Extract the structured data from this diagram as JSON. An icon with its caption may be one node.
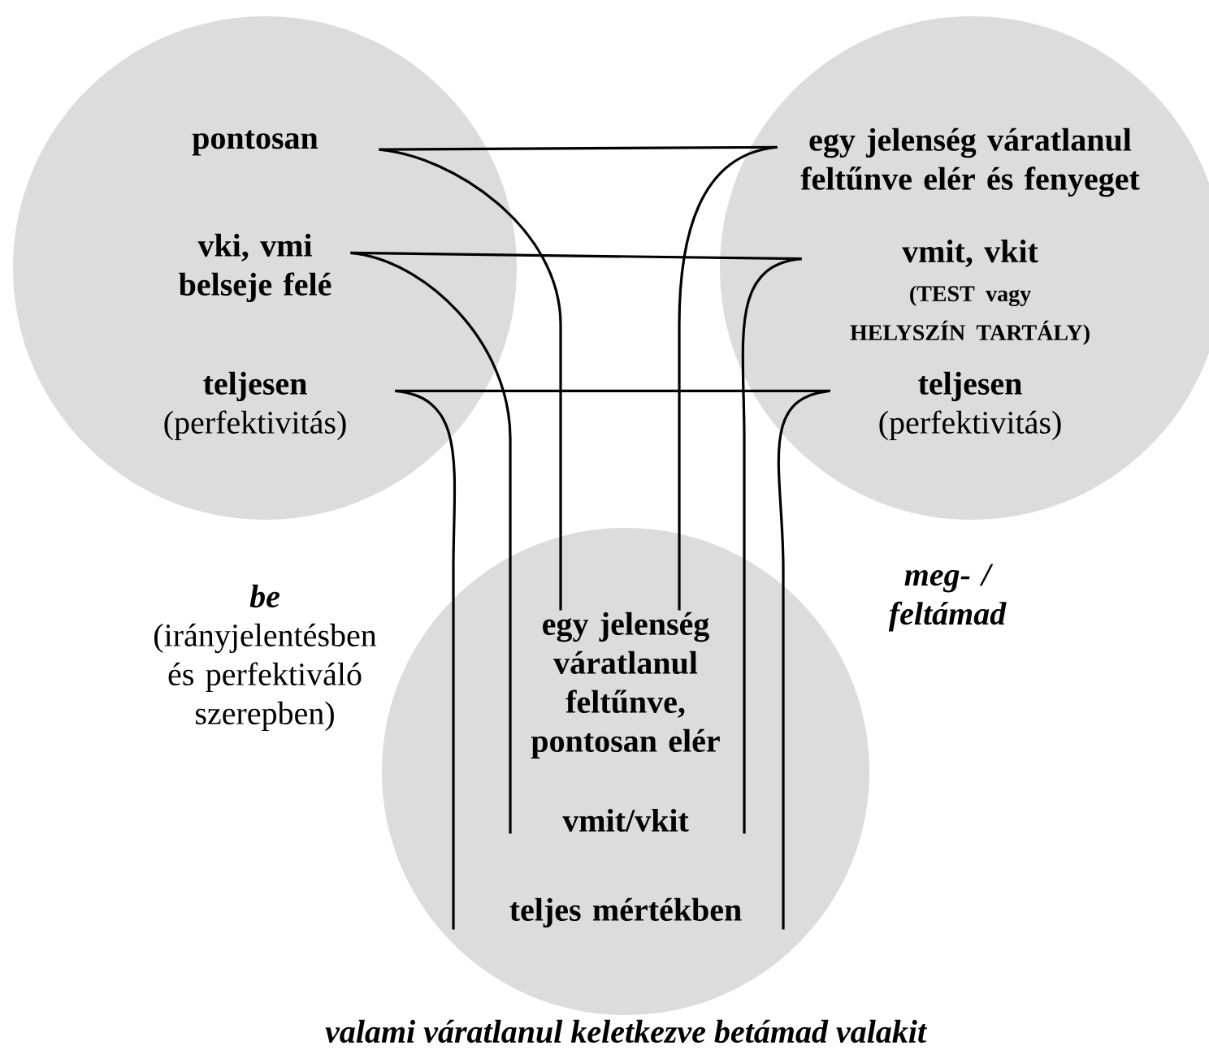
{
  "diagram": {
    "caption": "valami váratlanul keletkezve betámad valakit",
    "nodes": [
      {
        "text": [],
        "shape": "circle",
        "beside": [
          "be",
          "(irányjelentésben és perfektiváló szerepben)"
        ]
      },
      {
        "text": [
          "pontosan"
        ],
        "in": 0
      },
      {
        "text": [
          "vki, vmi belseje felé"
        ],
        "in": 0
      },
      {
        "text": [
          "teljesen",
          "(perfektivitás)"
        ],
        "in": 0
      },
      {
        "text": [],
        "shape": "circle",
        "beside": [
          "meg- / feltámad"
        ]
      },
      {
        "text": [
          "egy jelenség váratlanul feltűnve elér és fenyeget"
        ],
        "in": 4
      },
      {
        "text": [
          "vmit, vkit",
          "(TEST vagy HELYSZÍN TARTÁLY)"
        ],
        "in": 4
      },
      {
        "text": [
          "teljesen",
          "(perfektivitás)"
        ],
        "in": 4
      },
      {
        "text": [],
        "shape": "circle"
      },
      {
        "text": [
          "egy jelenség váratlanul feltűnve, pontosan elér"
        ],
        "in": 8
      },
      {
        "text": [
          "vmit/vkit"
        ],
        "in": 8
      },
      {
        "text": [
          "teljes mértékben"
        ],
        "in": 8
      }
    ],
    "edges": [
      {
        "from": 1,
        "to": 5,
        "arrow": "none"
      },
      {
        "from": 1,
        "to": 9,
        "arrow": "none"
      },
      {
        "from": 5,
        "to": 9,
        "arrow": "none"
      },
      {
        "from": 2,
        "to": 6,
        "arrow": "none"
      },
      {
        "from": 2,
        "to": 10,
        "arrow": "none"
      },
      {
        "from": 6,
        "to": 10,
        "arrow": "none"
      },
      {
        "from": 3,
        "to": 7,
        "arrow": "none"
      },
      {
        "from": 3,
        "to": 11,
        "arrow": "none"
      },
      {
        "from": 7,
        "to": 11,
        "arrow": "none"
      }
    ]
  }
}
